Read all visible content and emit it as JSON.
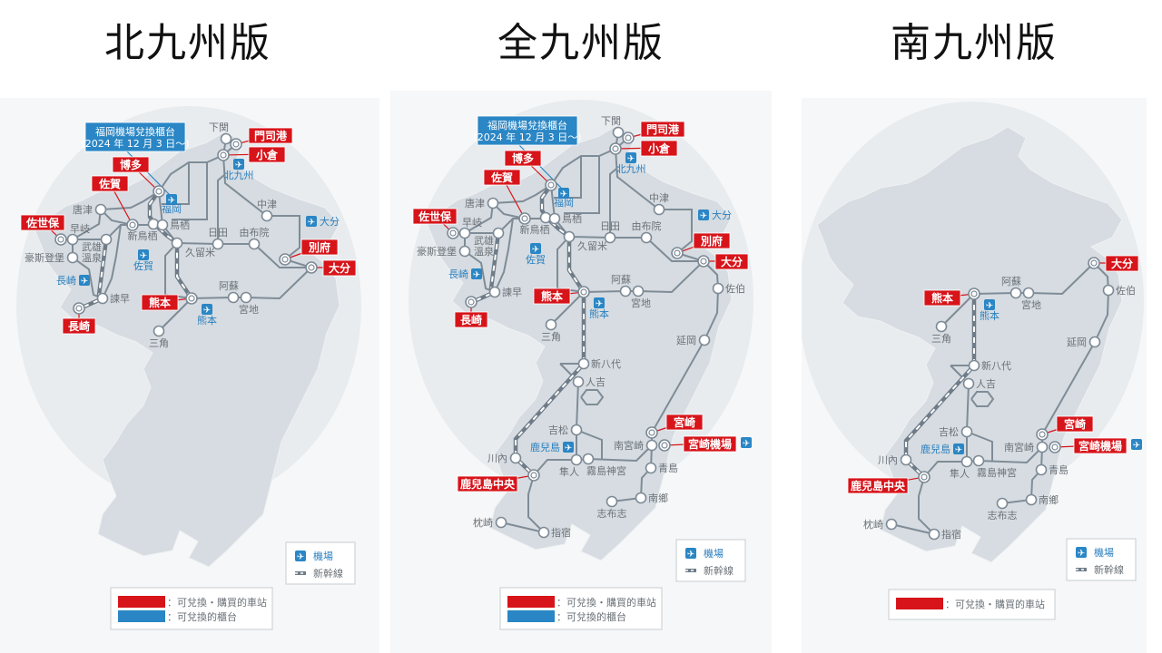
{
  "titles": [
    "北九州版",
    "全九州版",
    "南九州版"
  ],
  "stations": {
    "shimonoseki": "下関",
    "mojiko": "門司港",
    "kokura": "小倉",
    "hakata": "博多",
    "karatsu": "唐津",
    "saga": "佐賀",
    "shintosu": "新鳥栖",
    "tosu": "鳥栖",
    "haiki": "早岐",
    "sasebo": "佐世保",
    "takeo1": "武雄",
    "takeo2": "溫泉",
    "huis": "豪斯登堡",
    "isahaya": "諫早",
    "nagasaki": "長崎",
    "kurume": "久留米",
    "hita": "日田",
    "yufuin": "由布院",
    "nakatsu": "中津",
    "beppu": "別府",
    "oita": "大分",
    "kumamoto": "熊本",
    "aso": "阿蘇",
    "miyaji": "宮地",
    "misumi": "三角",
    "saiki": "佐伯",
    "nobeoka": "延岡",
    "shinyatsushiro": "新八代",
    "hitoyoshi": "人吉",
    "yoshimatsu": "吉松",
    "sendai": "川內",
    "kagoshimachuo": "鹿兒島中央",
    "hayato": "隼人",
    "kirishima": "霧島神宮",
    "miyazaki": "宮崎",
    "minamimiyazaki": "南宮崎",
    "miyazakiairport": "宮崎機場",
    "aoshima": "青島",
    "nango": "南鄉",
    "shibushi": "志布志",
    "makurazaki": "枕崎",
    "ibusuki": "指宿"
  },
  "airports": {
    "kitakyushu": "北九州",
    "fukuoka": "福岡",
    "saga": "佐賀",
    "nagasaki": "長崎",
    "kumamoto": "熊本",
    "oita": "大分",
    "kagoshima": "鹿兒島",
    "miyazaki": ""
  },
  "callout": {
    "line1": "福岡機場兌換櫃台",
    "line2": "(2024 年 12 月 3 日～)"
  },
  "legend": {
    "airport": "機場",
    "shinkansen": "新幹線"
  },
  "notes": {
    "red": "：可兌換・購買的車站",
    "blue": "：可兌換的櫃台"
  },
  "colors": {
    "red": "#d7141a",
    "blue": "#2a86c5",
    "line": "#7f8c97",
    "land": "#d6dce1"
  },
  "maps": [
    {
      "name": "north",
      "title_index": 0,
      "red_labels": [
        "mojiko",
        "kokura",
        "hakata",
        "saga",
        "sasebo",
        "beppu",
        "oita",
        "kumamoto",
        "nagasaki"
      ],
      "show_callout": true,
      "show_blue_note": true
    },
    {
      "name": "full",
      "title_index": 1,
      "red_labels": [
        "mojiko",
        "kokura",
        "hakata",
        "saga",
        "sasebo",
        "beppu",
        "oita",
        "kumamoto",
        "nagasaki",
        "miyazaki",
        "miyazakiairport",
        "kagoshimachuo"
      ],
      "show_callout": true,
      "show_blue_note": true
    },
    {
      "name": "south",
      "title_index": 2,
      "red_labels": [
        "oita",
        "kumamoto",
        "miyazaki",
        "miyazakiairport",
        "kagoshimachuo"
      ],
      "show_callout": false,
      "show_blue_note": false
    }
  ]
}
